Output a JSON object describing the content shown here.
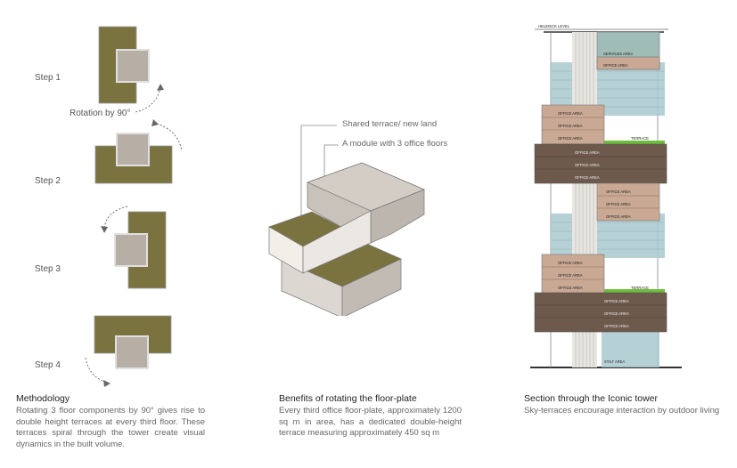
{
  "methodology": {
    "steps": [
      "Step 1",
      "Step 2",
      "Step 3",
      "Step 4"
    ],
    "rotation_label": "Rotation by 90°",
    "title": "Methodology",
    "text": "Rotating 3 floor components by 90° gives rise to double height terraces at every third floor. These terraces spiral through the tower create visual dynamics in the built volume."
  },
  "benefits": {
    "label_terrace": "Shared terrace/ new land",
    "label_module": "A module with 3 office floors",
    "title": "Benefits of rotating the floor-plate",
    "text": "Every third office floor-plate, approximately 1200 sq m in area, has a dedicated double-height terrace measuring approximately 450 sq m"
  },
  "section": {
    "title": "Section through the Iconic tower",
    "text": "Sky-terraces encourage interaction by outdoor living",
    "labels": {
      "helideck": "HELIDECK LEVEL",
      "services": "SERVICES AREA",
      "office": "OFFICE AREA",
      "terrace": "TERRACE",
      "stilt": "STILT AREA"
    }
  },
  "colors": {
    "olive": "#7a7340",
    "core": "#b7aea5",
    "brown": "#6e5a4c",
    "tan": "#c9a894",
    "green": "#6bbf3a",
    "glass": "#a9c9cf"
  }
}
